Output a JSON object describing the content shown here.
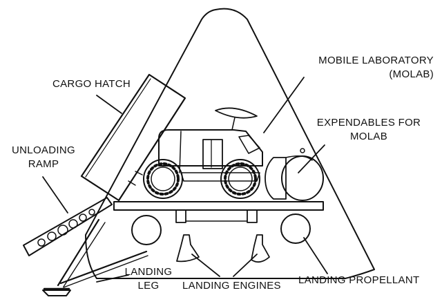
{
  "labels": {
    "mobile_laboratory": {
      "line1": "MOBILE LABORATORY",
      "line2": "(MOLAB)"
    },
    "cargo_hatch": "CARGO HATCH",
    "expendables": {
      "line1": "EXPENDABLES FOR",
      "line2": "MOLAB"
    },
    "unloading_ramp": {
      "line1": "UNLOADING",
      "line2": "RAMP"
    },
    "landing_leg": {
      "line1": "LANDING",
      "line2": "LEG"
    },
    "landing_engines": "LANDING ENGINES",
    "landing_propellant": "LANDING PROPELLANT"
  },
  "colors": {
    "ink": "#111111",
    "paper": "#ffffff"
  }
}
